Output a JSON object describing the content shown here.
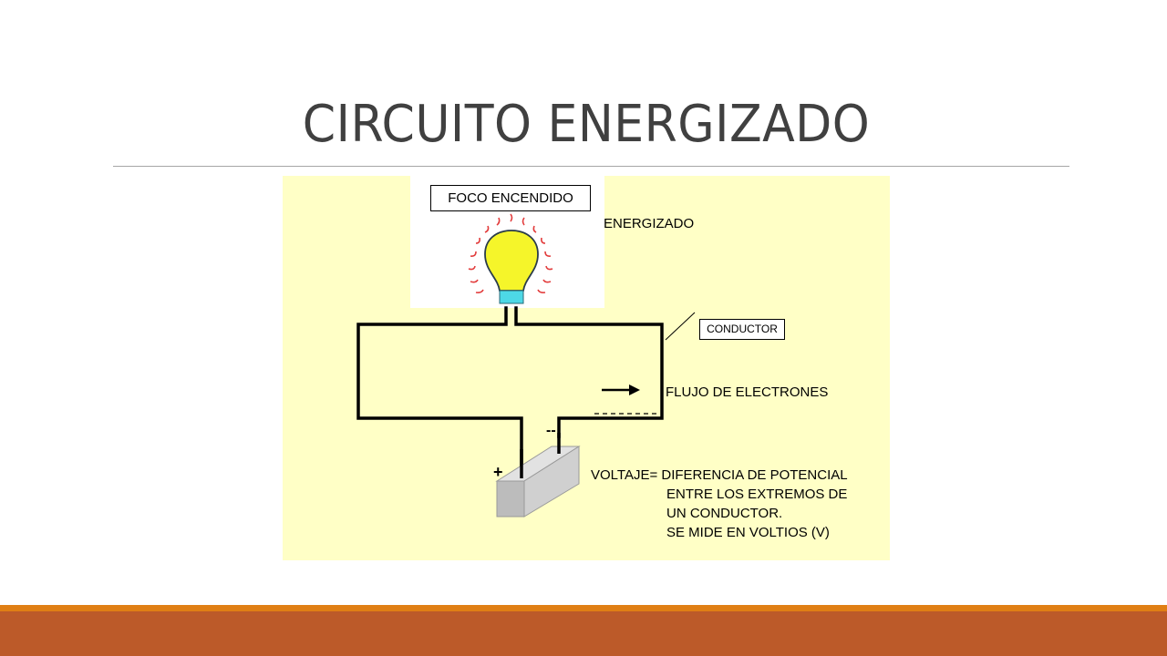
{
  "slide": {
    "title": "CIRCUITO ENERGIZADO"
  },
  "diagram": {
    "bulb_label": "FOCO ENCENDIDO",
    "state_label": "ENERGIZADO",
    "conductor_label": "CONDUCTOR",
    "flow_label": "FLUJO DE ELECTRONES",
    "positive_sign": "+",
    "negative_sign": "--",
    "voltage_lines": [
      "VOLTAJE= DIFERENCIA DE POTENCIAL",
      "ENTRE LOS EXTREMOS DE",
      "UN CONDUCTOR.",
      "SE MIDE EN VOLTIOS (V)"
    ]
  },
  "colors": {
    "figure_background": "#ffffc6",
    "bulb_glass": "#f5f52a",
    "bulb_base": "#4dd8e6",
    "glow_rays": "#e23b3b",
    "battery": "#c9c9c9",
    "footer_thin": "#e07f14",
    "footer_band": "#bc5a29"
  },
  "icons": [
    "light-bulb-icon",
    "battery-icon",
    "arrow-right-icon"
  ]
}
